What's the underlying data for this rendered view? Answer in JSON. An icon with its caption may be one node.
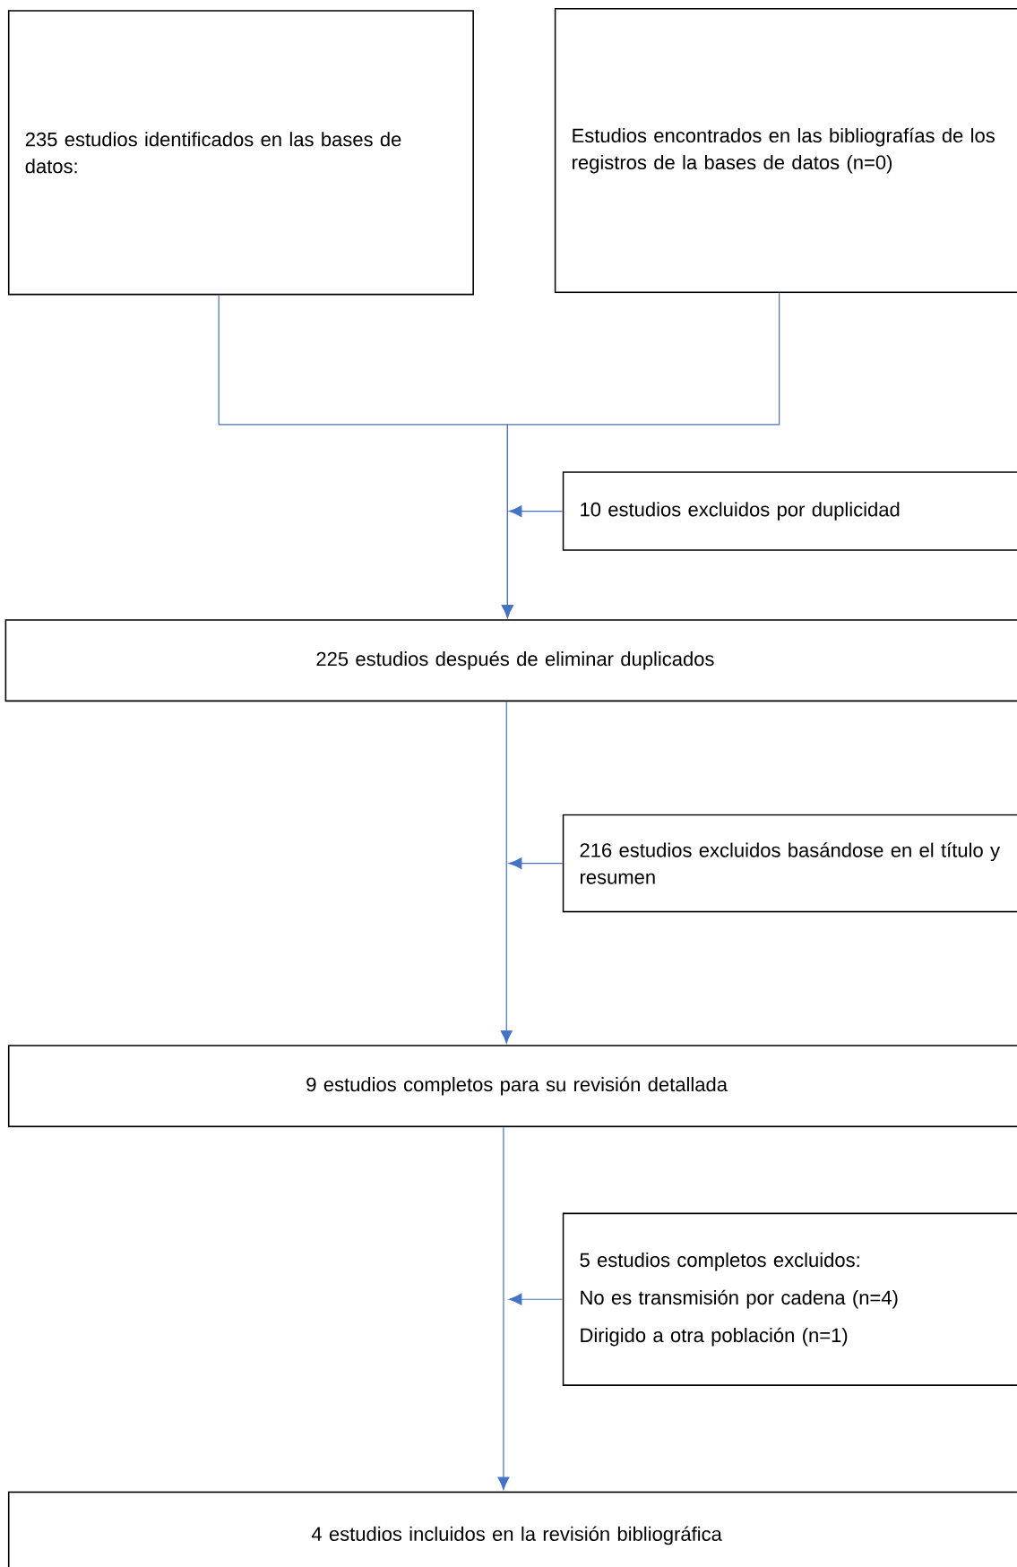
{
  "diagram": {
    "nodes": [
      {
        "text": [
          "235 estudios identificados en las bases de datos:"
        ]
      },
      {
        "text": [
          "Estudios encontrados en las bibliografías de los registros de la bases de datos (n=0)"
        ]
      },
      {
        "text": [
          "10 estudios excluidos por duplicidad"
        ]
      },
      {
        "text": [
          "225 estudios después de eliminar duplicados"
        ]
      },
      {
        "text": [
          "216 estudios excluidos basándose en el título y resumen"
        ]
      },
      {
        "text": [
          "9 estudios completos para su revisión detallada"
        ]
      },
      {
        "text": [
          "5 estudios completos excluidos:",
          "No es transmisión por cadena (n=4)",
          "Dirigido a otra población (n=1)"
        ]
      },
      {
        "text": [
          "4 estudios incluidos en la revisión bibliográfica"
        ]
      }
    ],
    "edges": [
      {
        "from": 0,
        "to": 3,
        "arrow": "to"
      },
      {
        "from": 1,
        "to": 3,
        "arrow": "to"
      },
      {
        "from": 2,
        "to": null,
        "arrow": "to"
      },
      {
        "from": 4,
        "to": null,
        "arrow": "to"
      },
      {
        "from": 6,
        "to": null,
        "arrow": "to"
      },
      {
        "from": 3,
        "to": 5,
        "arrow": "to"
      },
      {
        "from": 5,
        "to": 7,
        "arrow": "to"
      }
    ]
  }
}
